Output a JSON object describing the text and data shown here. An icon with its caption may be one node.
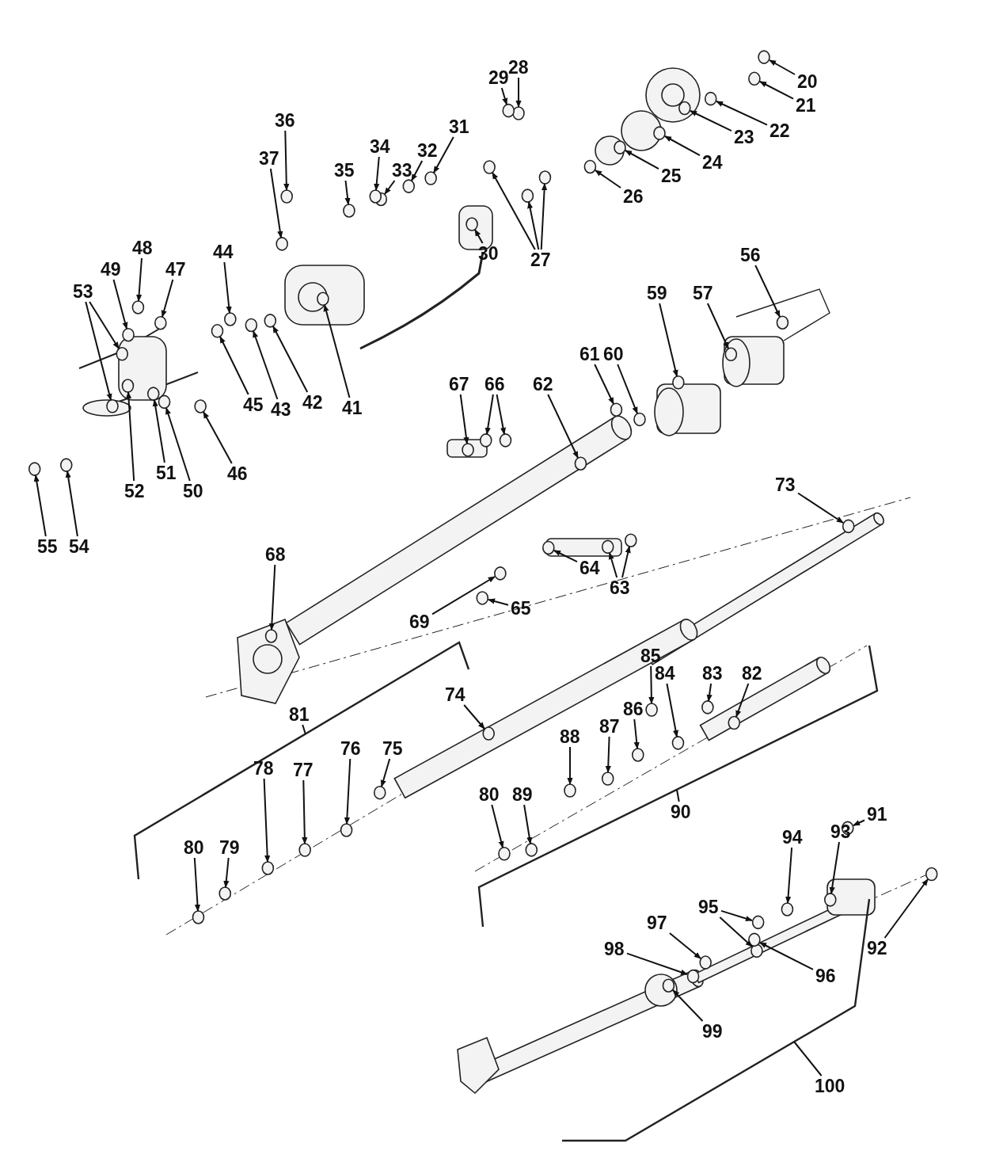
{
  "diagram": {
    "nodes": [
      {
        "text": [
          "20"
        ]
      },
      {
        "text": [
          "21"
        ]
      },
      {
        "text": [
          "22"
        ]
      },
      {
        "text": [
          "23"
        ]
      },
      {
        "text": [
          "24"
        ]
      },
      {
        "text": [
          "25"
        ]
      },
      {
        "text": [
          "26"
        ]
      },
      {
        "text": [
          "27"
        ]
      },
      {
        "text": [
          "28"
        ]
      },
      {
        "text": [
          "29"
        ]
      },
      {
        "text": [
          "30"
        ]
      },
      {
        "text": [
          "31"
        ]
      },
      {
        "text": [
          "32"
        ]
      },
      {
        "text": [
          "33"
        ]
      },
      {
        "text": [
          "34"
        ]
      },
      {
        "text": [
          "35"
        ]
      },
      {
        "text": [
          "36"
        ]
      },
      {
        "text": [
          "37"
        ]
      },
      {
        "text": [
          "41"
        ]
      },
      {
        "text": [
          "42"
        ]
      },
      {
        "text": [
          "43"
        ]
      },
      {
        "text": [
          "44"
        ]
      },
      {
        "text": [
          "45"
        ]
      },
      {
        "text": [
          "46"
        ]
      },
      {
        "text": [
          "47"
        ]
      },
      {
        "text": [
          "48"
        ]
      },
      {
        "text": [
          "49"
        ]
      },
      {
        "text": [
          "50"
        ]
      },
      {
        "text": [
          "51"
        ]
      },
      {
        "text": [
          "52"
        ]
      },
      {
        "text": [
          "53"
        ]
      },
      {
        "text": [
          "54"
        ]
      },
      {
        "text": [
          "55"
        ]
      },
      {
        "text": [
          "56"
        ]
      },
      {
        "text": [
          "57"
        ]
      },
      {
        "text": [
          "59"
        ]
      },
      {
        "text": [
          "60"
        ]
      },
      {
        "text": [
          "61"
        ]
      },
      {
        "text": [
          "62"
        ]
      },
      {
        "text": [
          "63"
        ]
      },
      {
        "text": [
          "64"
        ]
      },
      {
        "text": [
          "65"
        ]
      },
      {
        "text": [
          "66"
        ]
      },
      {
        "text": [
          "67"
        ]
      },
      {
        "text": [
          "68"
        ]
      },
      {
        "text": [
          "69"
        ]
      },
      {
        "text": [
          "73"
        ]
      },
      {
        "text": [
          "74"
        ]
      },
      {
        "text": [
          "75"
        ]
      },
      {
        "text": [
          "76"
        ]
      },
      {
        "text": [
          "77"
        ]
      },
      {
        "text": [
          "78"
        ]
      },
      {
        "text": [
          "79"
        ]
      },
      {
        "text": [
          "80"
        ]
      },
      {
        "text": [
          "80"
        ]
      },
      {
        "text": [
          "81"
        ]
      },
      {
        "text": [
          "82"
        ]
      },
      {
        "text": [
          "83"
        ]
      },
      {
        "text": [
          "84"
        ]
      },
      {
        "text": [
          "85"
        ]
      },
      {
        "text": [
          "86"
        ]
      },
      {
        "text": [
          "87"
        ]
      },
      {
        "text": [
          "88"
        ]
      },
      {
        "text": [
          "89"
        ]
      },
      {
        "text": [
          "90"
        ]
      },
      {
        "text": [
          "91"
        ]
      },
      {
        "text": [
          "92"
        ]
      },
      {
        "text": [
          "93"
        ]
      },
      {
        "text": [
          "94"
        ]
      },
      {
        "text": [
          "95"
        ]
      },
      {
        "text": [
          "96"
        ]
      },
      {
        "text": [
          "97"
        ]
      },
      {
        "text": [
          "98"
        ]
      },
      {
        "text": [
          "99"
        ]
      },
      {
        "text": [
          "100"
        ]
      },
      {
        "text": [],
        "shape": "circle"
      },
      {
        "text": [],
        "shape": "circle"
      },
      {
        "text": [],
        "shape": "circle"
      },
      {
        "text": [],
        "shape": "circle"
      },
      {
        "text": [],
        "shape": "circle"
      },
      {
        "text": [],
        "shape": "circle"
      },
      {
        "text": [],
        "shape": "circle"
      },
      {
        "text": [],
        "shape": "circle"
      },
      {
        "text": [],
        "shape": "circle"
      },
      {
        "text": [],
        "shape": "circle"
      },
      {
        "text": [],
        "shape": "circle"
      },
      {
        "text": [],
        "shape": "circle"
      },
      {
        "text": [],
        "shape": "circle"
      },
      {
        "text": [],
        "shape": "circle"
      },
      {
        "text": [],
        "shape": "circle"
      },
      {
        "text": [],
        "shape": "circle"
      },
      {
        "text": [],
        "shape": "circle"
      },
      {
        "text": [],
        "shape": "circle"
      },
      {
        "text": [],
        "shape": "circle"
      },
      {
        "text": [],
        "shape": "circle"
      },
      {
        "text": [],
        "shape": "circle"
      },
      {
        "text": [],
        "shape": "circle"
      },
      {
        "text": [],
        "shape": "circle"
      },
      {
        "text": [],
        "shape": "circle"
      },
      {
        "text": [],
        "shape": "circle"
      },
      {
        "text": [],
        "shape": "circle"
      },
      {
        "text": [],
        "shape": "circle"
      },
      {
        "text": [],
        "shape": "circle"
      },
      {
        "text": [],
        "shape": "circle"
      },
      {
        "text": [],
        "shape": "circle"
      },
      {
        "text": [],
        "shape": "circle"
      },
      {
        "text": [],
        "shape": "circle"
      },
      {
        "text": [],
        "shape": "circle"
      },
      {
        "text": [],
        "shape": "circle"
      },
      {
        "text": [],
        "shape": "circle"
      },
      {
        "text": [],
        "shape": "circle"
      },
      {
        "text": [],
        "shape": "circle"
      },
      {
        "text": [],
        "shape": "circle"
      },
      {
        "text": [],
        "shape": "circle"
      },
      {
        "text": [],
        "shape": "circle"
      },
      {
        "text": [],
        "shape": "circle"
      },
      {
        "text": [],
        "shape": "circle"
      },
      {
        "text": [],
        "shape": "circle"
      },
      {
        "text": [],
        "shape": "circle"
      },
      {
        "text": [],
        "shape": "circle"
      },
      {
        "text": [],
        "shape": "circle"
      },
      {
        "text": [],
        "shape": "circle"
      },
      {
        "text": [],
        "shape": "circle"
      },
      {
        "text": [],
        "shape": "circle"
      },
      {
        "text": [],
        "shape": "circle"
      },
      {
        "text": [],
        "shape": "circle"
      },
      {
        "text": [],
        "shape": "circle"
      },
      {
        "text": [],
        "shape": "circle"
      },
      {
        "text": [],
        "shape": "circle"
      },
      {
        "text": [],
        "shape": "circle"
      },
      {
        "text": [],
        "shape": "circle"
      },
      {
        "text": [],
        "shape": "circle"
      },
      {
        "text": [],
        "shape": "circle"
      },
      {
        "text": [],
        "shape": "circle"
      },
      {
        "text": [],
        "shape": "circle"
      },
      {
        "text": [],
        "shape": "circle"
      },
      {
        "text": [],
        "shape": "circle"
      },
      {
        "text": [],
        "shape": "circle"
      },
      {
        "text": [],
        "shape": "circle"
      },
      {
        "text": [],
        "shape": "circle"
      },
      {
        "text": [],
        "shape": "circle"
      },
      {
        "text": [],
        "shape": "circle"
      },
      {
        "text": [],
        "shape": "circle"
      },
      {
        "text": [],
        "shape": "circle"
      },
      {
        "text": [],
        "shape": "circle"
      },
      {
        "text": [],
        "shape": "circle"
      },
      {
        "text": [],
        "shape": "circle"
      },
      {
        "text": [],
        "shape": "circle"
      },
      {
        "text": [],
        "shape": "circle"
      },
      {
        "text": [],
        "shape": "circle"
      },
      {
        "text": [],
        "shape": "circle"
      },
      {
        "text": [],
        "shape": "circle"
      },
      {
        "text": [],
        "shape": "circle"
      }
    ],
    "edges": [
      {
        "from": 0,
        "to": 75,
        "arrow": "to"
      },
      {
        "from": 1,
        "to": 76,
        "arrow": "to"
      },
      {
        "from": 2,
        "to": 77,
        "arrow": "to"
      },
      {
        "from": 3,
        "to": 78,
        "arrow": "to"
      },
      {
        "from": 4,
        "to": 79,
        "arrow": "to"
      },
      {
        "from": 5,
        "to": 80,
        "arrow": "to"
      },
      {
        "from": 6,
        "to": 81,
        "arrow": "to"
      },
      {
        "from": 7,
        "to": 82,
        "arrow": "to"
      },
      {
        "from": 7,
        "to": 83,
        "arrow": "to"
      },
      {
        "from": 7,
        "to": 84,
        "arrow": "to"
      },
      {
        "from": 8,
        "to": 85,
        "arrow": "to"
      },
      {
        "from": 9,
        "to": 86,
        "arrow": "to"
      },
      {
        "from": 10,
        "to": 87,
        "arrow": "to"
      },
      {
        "from": 11,
        "to": 88,
        "arrow": "to"
      },
      {
        "from": 12,
        "to": 89,
        "arrow": "to"
      },
      {
        "from": 13,
        "to": 90,
        "arrow": "to"
      },
      {
        "from": 14,
        "to": 91,
        "arrow": "to"
      },
      {
        "from": 15,
        "to": 92,
        "arrow": "to"
      },
      {
        "from": 16,
        "to": 93,
        "arrow": "to"
      },
      {
        "from": 17,
        "to": 94,
        "arrow": "to"
      },
      {
        "from": 18,
        "to": 95,
        "arrow": "to"
      },
      {
        "from": 19,
        "to": 96,
        "arrow": "to"
      },
      {
        "from": 20,
        "to": 97,
        "arrow": "to"
      },
      {
        "from": 21,
        "to": 98,
        "arrow": "to"
      },
      {
        "from": 22,
        "to": 99,
        "arrow": "to"
      },
      {
        "from": 23,
        "to": 100,
        "arrow": "to"
      },
      {
        "from": 24,
        "to": 101,
        "arrow": "to"
      },
      {
        "from": 25,
        "to": 102,
        "arrow": "to"
      },
      {
        "from": 26,
        "to": 103,
        "arrow": "to"
      },
      {
        "from": 27,
        "to": 104,
        "arrow": "to"
      },
      {
        "from": 28,
        "to": 105,
        "arrow": "to"
      },
      {
        "from": 29,
        "to": 106,
        "arrow": "to"
      },
      {
        "from": 30,
        "to": 107,
        "arrow": "to"
      },
      {
        "from": 30,
        "to": 108,
        "arrow": "to"
      },
      {
        "from": 31,
        "to": 109,
        "arrow": "to"
      },
      {
        "from": 32,
        "to": 110,
        "arrow": "to"
      },
      {
        "from": 33,
        "to": 111,
        "arrow": "to"
      },
      {
        "from": 34,
        "to": 112,
        "arrow": "to"
      },
      {
        "from": 35,
        "to": 113,
        "arrow": "to"
      },
      {
        "from": 36,
        "to": 114,
        "arrow": "to"
      },
      {
        "from": 37,
        "to": 115,
        "arrow": "to"
      },
      {
        "from": 38,
        "to": 116,
        "arrow": "to"
      },
      {
        "from": 39,
        "to": 117,
        "arrow": "to"
      },
      {
        "from": 39,
        "to": 118,
        "arrow": "to"
      },
      {
        "from": 40,
        "to": 119,
        "arrow": "to"
      },
      {
        "from": 41,
        "to": 120,
        "arrow": "to"
      },
      {
        "from": 42,
        "to": 121,
        "arrow": "to"
      },
      {
        "from": 42,
        "to": 122,
        "arrow": "to"
      },
      {
        "from": 43,
        "to": 123,
        "arrow": "to"
      },
      {
        "from": 44,
        "to": 124,
        "arrow": "to"
      },
      {
        "from": 45,
        "to": 125,
        "arrow": "to"
      },
      {
        "from": 46,
        "to": 126,
        "arrow": "to"
      },
      {
        "from": 47,
        "to": 127,
        "arrow": "to"
      },
      {
        "from": 48,
        "to": 128,
        "arrow": "to"
      },
      {
        "from": 49,
        "to": 129,
        "arrow": "to"
      },
      {
        "from": 50,
        "to": 130,
        "arrow": "to"
      },
      {
        "from": 51,
        "to": 131,
        "arrow": "to"
      },
      {
        "from": 52,
        "to": 132,
        "arrow": "to"
      },
      {
        "from": 53,
        "to": 133,
        "arrow": "to"
      },
      {
        "from": 54,
        "to": 134,
        "arrow": "to"
      },
      {
        "from": 55,
        "to": null,
        "arrow": "none"
      },
      {
        "from": 56,
        "to": 135,
        "arrow": "to"
      },
      {
        "from": 57,
        "to": 136,
        "arrow": "to"
      },
      {
        "from": 58,
        "to": 137,
        "arrow": "to"
      },
      {
        "from": 59,
        "to": 138,
        "arrow": "to"
      },
      {
        "from": 60,
        "to": 139,
        "arrow": "to"
      },
      {
        "from": 61,
        "to": 140,
        "arrow": "to"
      },
      {
        "from": 62,
        "to": 141,
        "arrow": "to"
      },
      {
        "from": 63,
        "to": 142,
        "arrow": "to"
      },
      {
        "from": 64,
        "to": null,
        "arrow": "none"
      },
      {
        "from": 65,
        "to": 143,
        "arrow": "to"
      },
      {
        "from": 66,
        "to": 144,
        "arrow": "to"
      },
      {
        "from": 67,
        "to": 145,
        "arrow": "to"
      },
      {
        "from": 68,
        "to": 146,
        "arrow": "to"
      },
      {
        "from": 69,
        "to": 147,
        "arrow": "to"
      },
      {
        "from": 69,
        "to": 148,
        "arrow": "to"
      },
      {
        "from": 70,
        "to": 149,
        "arrow": "to"
      },
      {
        "from": 71,
        "to": 150,
        "arrow": "to"
      },
      {
        "from": 72,
        "to": 151,
        "arrow": "to"
      },
      {
        "from": 73,
        "to": 152,
        "arrow": "to"
      },
      {
        "from": 74,
        "to": null,
        "arrow": "none"
      }
    ]
  }
}
